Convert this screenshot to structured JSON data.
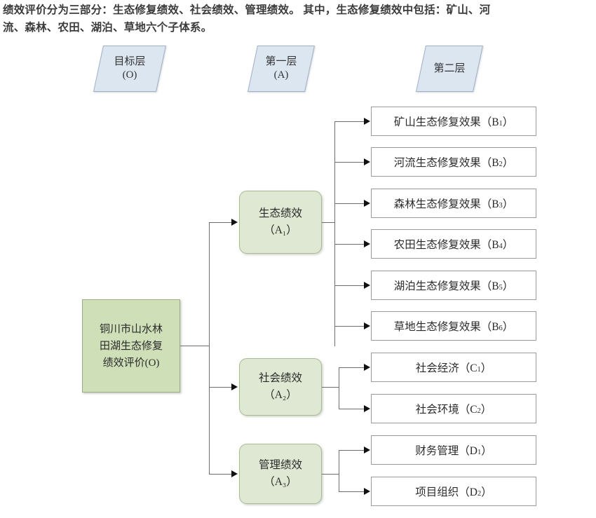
{
  "caption": {
    "line1": "绩效评价分为三部分：生态修复绩效、社会绩效、管理绩效。 其中，生态修复绩效中包括：矿山、河",
    "line2": "流、森林、农田、湖泊、草地六个子体系。"
  },
  "layer_headers": [
    {
      "line1": "目标层",
      "line2": "(O)"
    },
    {
      "line1": "第一层",
      "line2": "(A)"
    },
    {
      "line1": "第二层",
      "line2": ""
    }
  ],
  "root": {
    "line1": "铜川市山水林",
    "line2": "田湖生态修复",
    "line3": "绩效评价(O)"
  },
  "level_a": [
    {
      "name": "生态绩效",
      "code": "（A₁）"
    },
    {
      "name": "社会绩效",
      "code": "（A₂）"
    },
    {
      "name": "管理绩效",
      "code": "（A₃）"
    }
  ],
  "level_b": [
    {
      "label": "矿山生态修复效果（B",
      "sub": "1",
      "tail": "）"
    },
    {
      "label": "河流生态修复效果（B",
      "sub": "2",
      "tail": "）"
    },
    {
      "label": "森林生态修复效果（B",
      "sub": "3",
      "tail": "）"
    },
    {
      "label": "农田生态修复效果（B",
      "sub": "4",
      "tail": "）"
    },
    {
      "label": "湖泊生态修复效果（B",
      "sub": "5",
      "tail": "）"
    },
    {
      "label": "草地生态修复效果（B",
      "sub": "6",
      "tail": "）"
    },
    {
      "label": "社会经济（C",
      "sub": "1",
      "tail": "）"
    },
    {
      "label": "社会环境（C",
      "sub": "2",
      "tail": "）"
    },
    {
      "label": "财务管理（D",
      "sub": "1",
      "tail": "）"
    },
    {
      "label": "项目组织（D",
      "sub": "2",
      "tail": "）"
    }
  ],
  "colors": {
    "header_fill": "#dce6f1",
    "header_stroke": "#9fb0c4",
    "root_fill": "#cfdfb8",
    "a_fill": "#dfe8d2",
    "leaf_fill": "#ffffff",
    "line": "#6e6e6e",
    "text": "#2b2b2b"
  }
}
